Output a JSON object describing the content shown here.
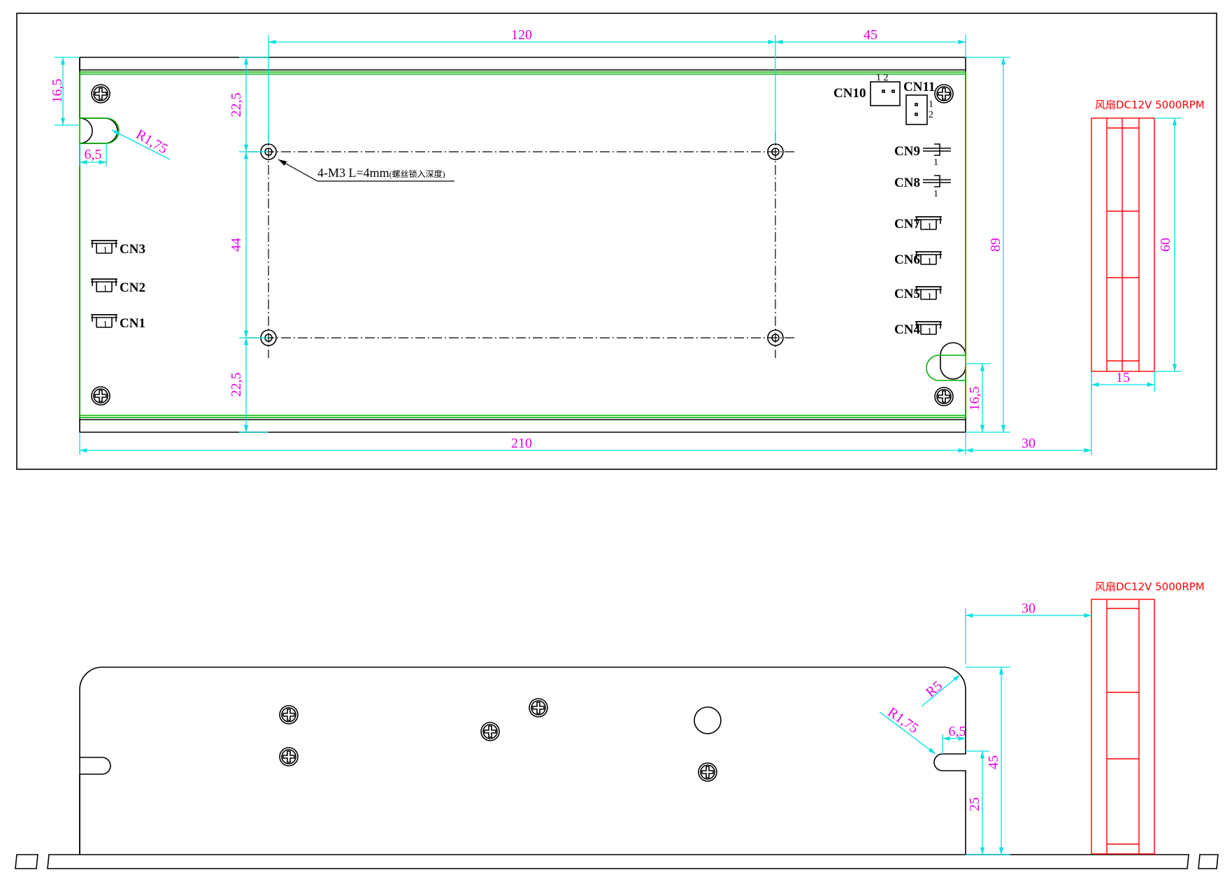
{
  "top_view": {
    "dimensions": {
      "d_120": "120",
      "d_45_top": "45",
      "d_16_5_left": "16,5",
      "d_22_5_top": "22,5",
      "d_r1_75": "R1,75",
      "d_6_5": "6,5",
      "d_44": "44",
      "d_22_5_bottom": "22,5",
      "d_89": "89",
      "d_60": "60",
      "d_15": "15",
      "d_16_5_right": "16,5",
      "d_210": "210",
      "d_30": "30"
    },
    "mount_note": "4-M3 L=4mm",
    "mount_note_small": "(螺丝锁入深度)",
    "fan_label": "风扇DC12V 5000RPM",
    "connectors": {
      "cn10": "CN10",
      "cn11": "CN11",
      "cn9": "CN9",
      "cn8": "CN8",
      "cn7": "CN7",
      "cn6": "CN6",
      "cn5": "CN5",
      "cn4": "CN4",
      "cn3": "CN3",
      "cn2": "CN2",
      "cn1": "CN1"
    },
    "pins": {
      "one": "1",
      "two": "2",
      "one_two": "1 2"
    }
  },
  "side_view": {
    "fan_label": "风扇DC12V 5000RPM",
    "dimensions": {
      "d_30": "30",
      "d_r5": "R5",
      "d_r1_75": "R1,75",
      "d_6_5": "6,5",
      "d_45": "45",
      "d_25": "25"
    }
  },
  "colors": {
    "dimension": "#e000e0",
    "dimension_line": "#00e0e0",
    "outline": "#000000",
    "pcb_outline": "#00b000",
    "fan": "#ff0000"
  }
}
